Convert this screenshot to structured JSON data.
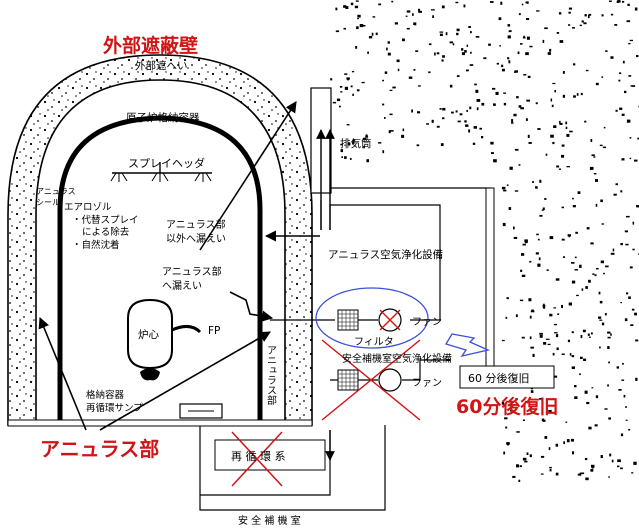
{
  "labels": {
    "outer_shield_title": "外部遮蔽壁",
    "outer_shield_wall": "外部遮へい",
    "containment_vessel": "原子炉格納容器",
    "spray_header": "スプレイヘッダ",
    "annulus_seal": [
      "アニュラス",
      "シール"
    ],
    "aerosol": [
      "エアロゾル",
      "・代替スプレイ",
      "による除去",
      "・自然沈着"
    ],
    "leak_outside_annulus": [
      "アニュラス部",
      "以外へ漏えい"
    ],
    "leak_to_annulus": [
      "アニュラス部",
      "へ漏えい"
    ],
    "core": "炉心",
    "fp": "FP",
    "annulus_part_vertical": "アニュラス部",
    "recirc_sump": [
      "格納容器",
      "再循環サンプ"
    ],
    "annulus_part_red": "アニュラス部",
    "exhaust_stack": "排気筒",
    "annulus_air_cleanup": "アニュラス空気浄化設備",
    "filter": "フィルタ",
    "fan_1": "ファン",
    "aux_room_air_cleanup": "安全補機室空気浄化設備",
    "fan_2": "ファン",
    "recovery_box": "60 分後復旧",
    "recovery_red": "60分後復旧",
    "recirc_system": "再 循 環 系",
    "safety_aux_room": "安 全 補 機 室"
  },
  "colors": {
    "red": "#d21414",
    "blue": "#3c50dc",
    "ink": "#000000"
  }
}
